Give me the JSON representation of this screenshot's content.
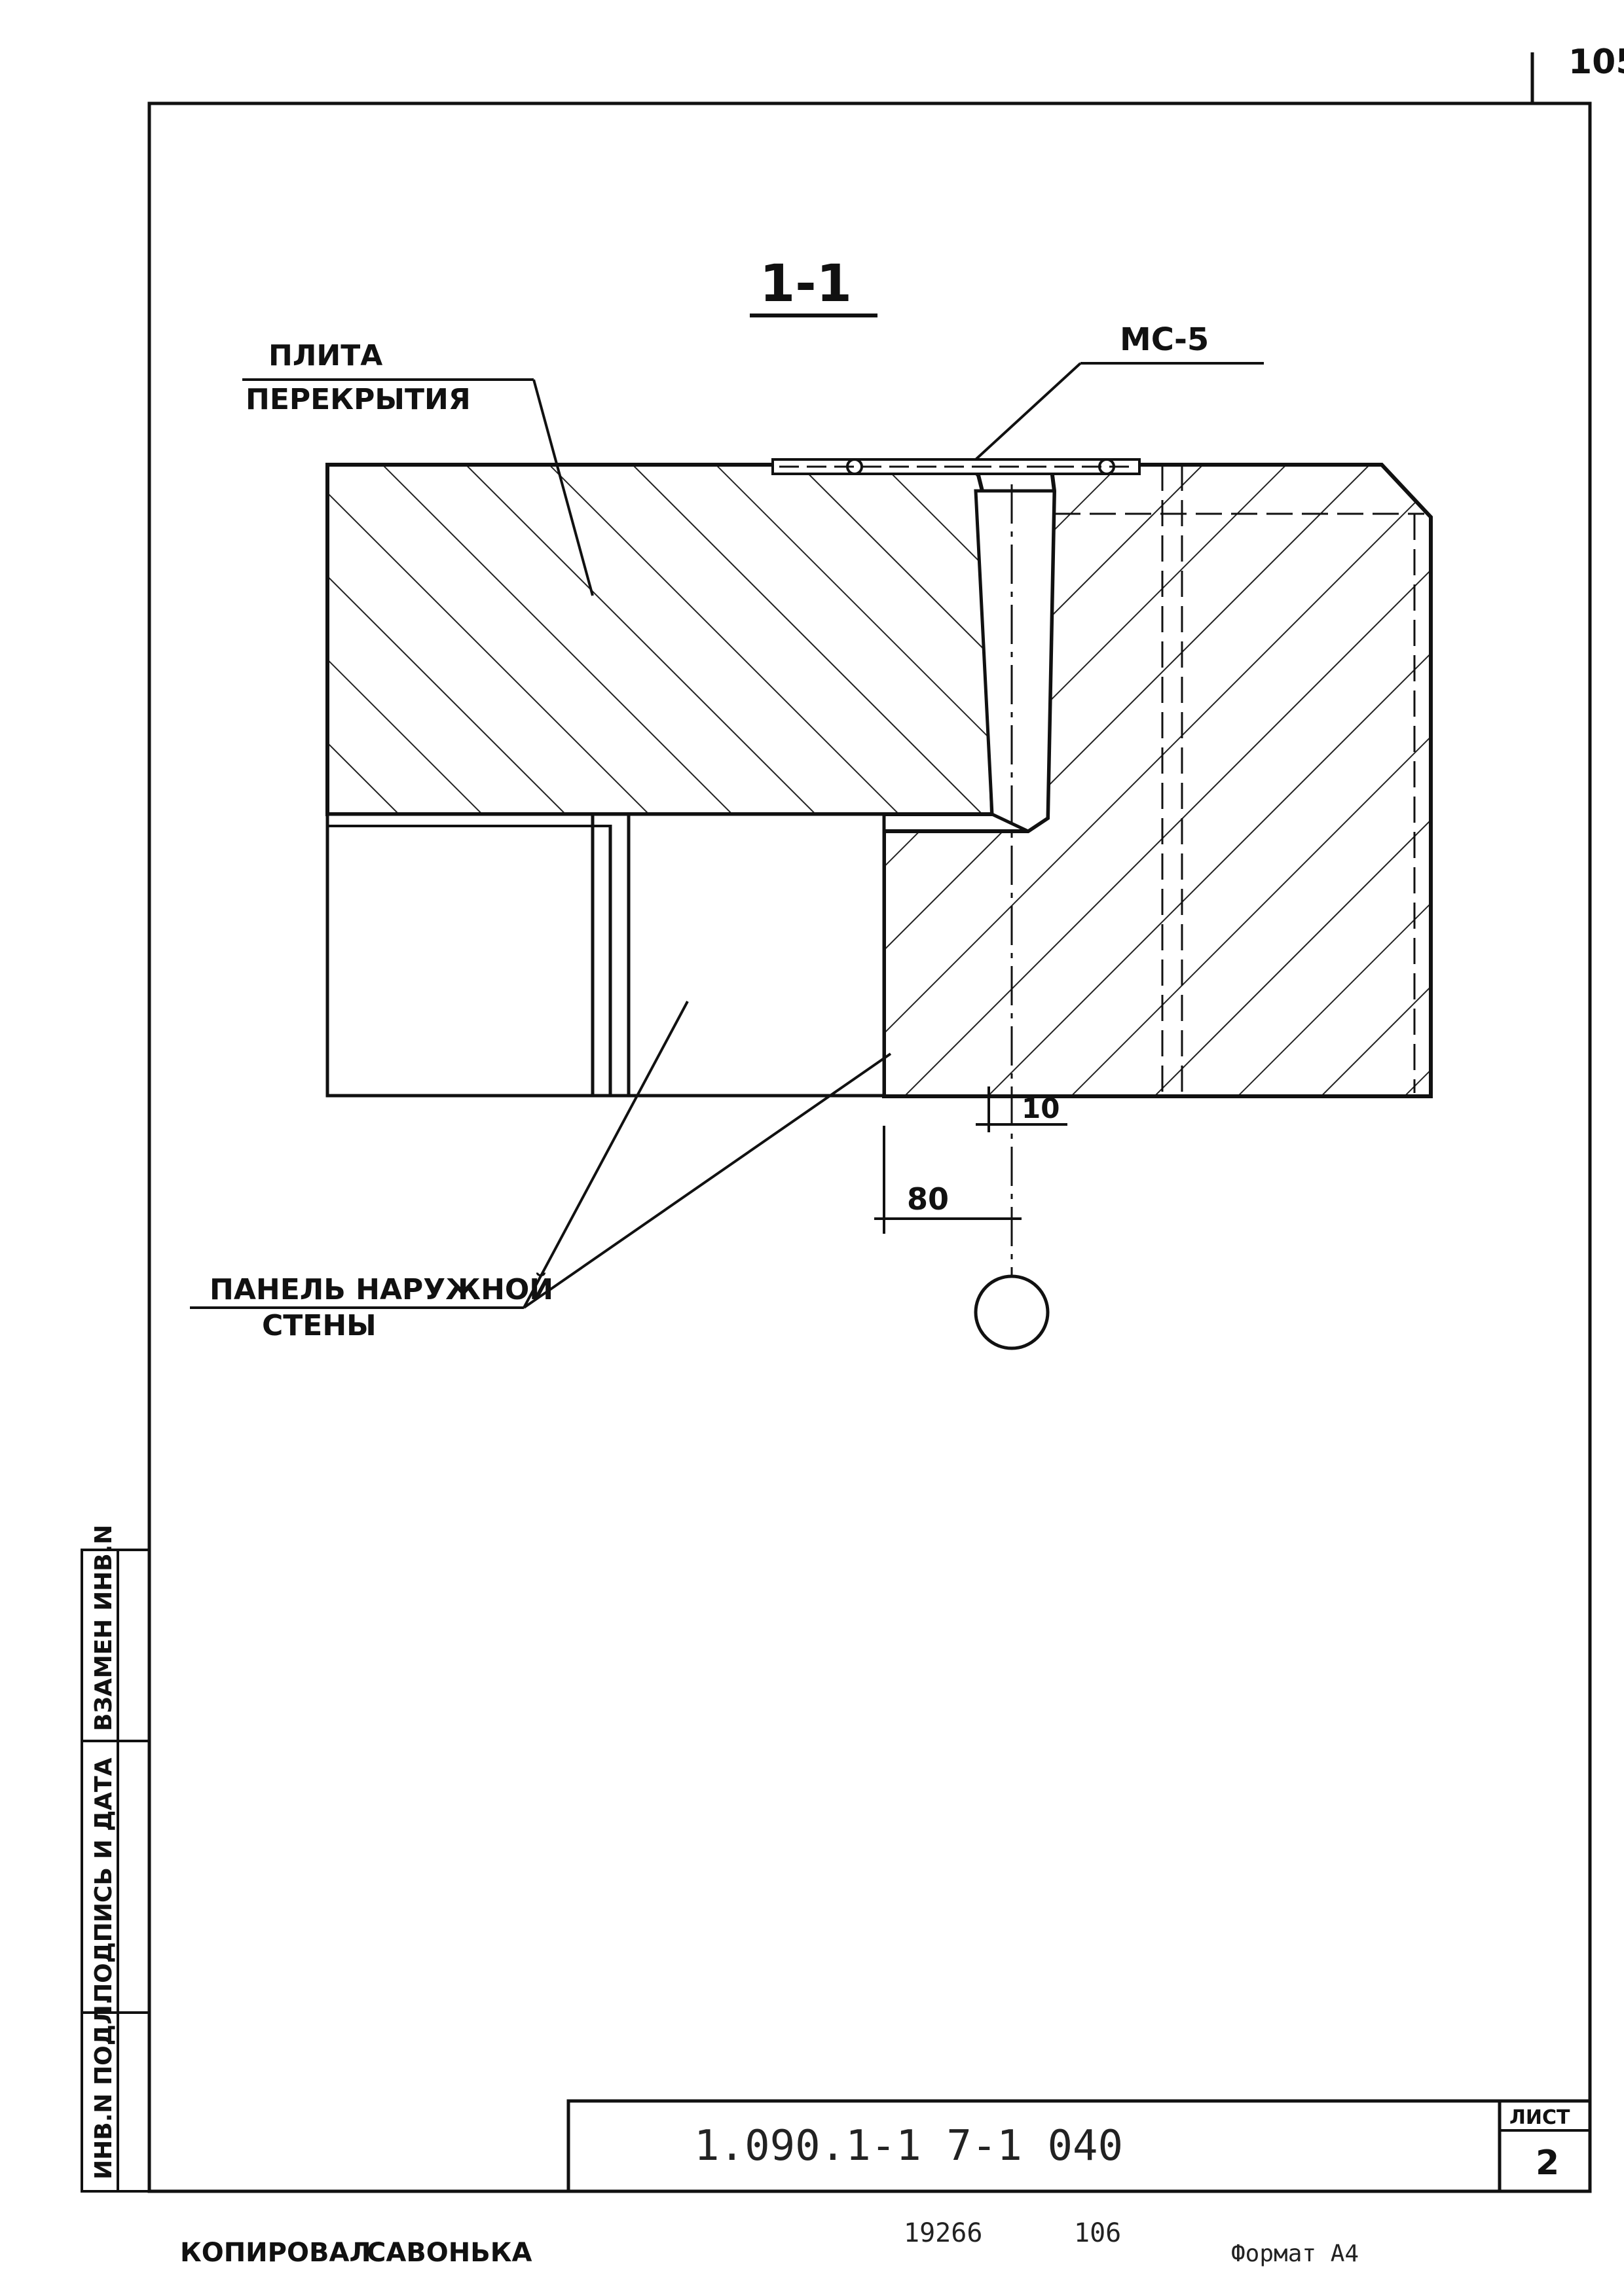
{
  "page_number": "105",
  "section_title": "1-1",
  "labels": {
    "slab_line1": "ПЛИТА",
    "slab_line2": "ПЕРЕКРЫТИЯ",
    "anchor": "МС-5",
    "wall_line1": "ПАНЕЛЬ НАРУЖНОЙ",
    "wall_line2": "СТЕНЫ"
  },
  "dimensions": {
    "gap": "10",
    "offset": "80"
  },
  "side_stamp": {
    "field1": "ИНВ.N ПОДЛ.",
    "field2": "ПОДПИСЬ И ДАТА",
    "field3": "ВЗАМЕН ИНВ.N"
  },
  "title_block": {
    "designation": "1.090.1-1 7-1 040",
    "sheet_label": "ЛИСТ",
    "sheet_number": "2"
  },
  "footer": {
    "copied_by_label": "КОПИРОВАЛ",
    "copier_name": "САВОНЬКА",
    "order_number": "19266",
    "order_code": "106",
    "format": "Формат А4"
  }
}
